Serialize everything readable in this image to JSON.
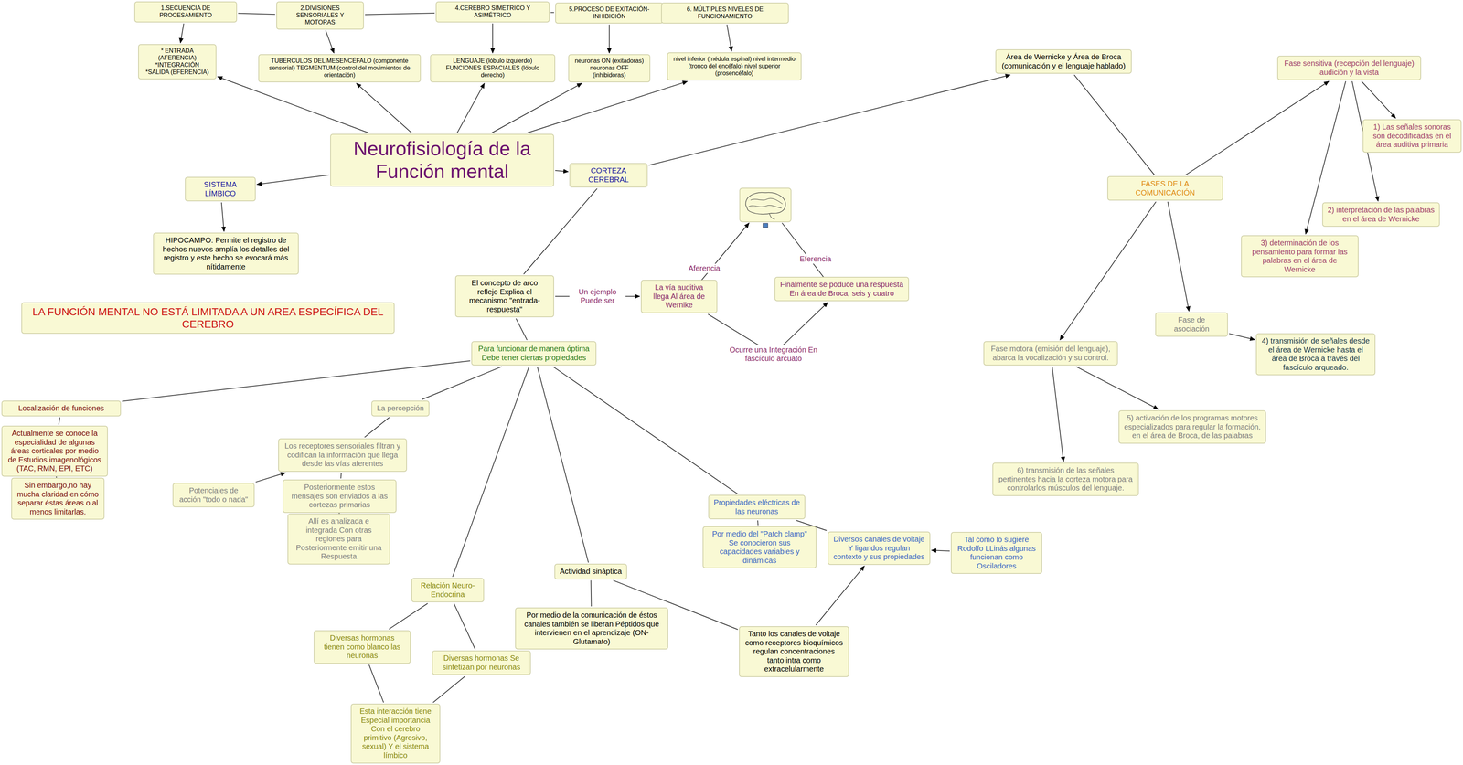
{
  "diagram": {
    "nodes": [
      {
        "text": [
          "Neurofisiología de la Función mental"
        ]
      },
      {
        "text": [
          "1.SECUENCIA DE PROCESAMIENTO"
        ]
      },
      {
        "text": [
          "2.DIVISIONES SENSORIALES Y MOTORAS"
        ]
      },
      {
        "text": [
          "4.CEREBRO SIMÉTRICO Y ASIMÉTRICO"
        ]
      },
      {
        "text": [
          "5.PROCESO DE EXITACIÓN-INHIBICIÓN"
        ]
      },
      {
        "text": [
          "6. MÚLTIPLES NIVELES DE FUNCIONAMIENTO"
        ]
      },
      {
        "text": [
          "* ENTRADA (AFERENCIA) *INTEGRACIÓN *SALIDA (EFERENCIA)"
        ]
      },
      {
        "text": [
          "TUBÉRCULOS DEL MESENCÉFALO (componente sensorial) TEGMENTUM (control del movimientos de orientación)"
        ]
      },
      {
        "text": [
          "LENGUAJE (lóbulo izquierdo) FUNCIONES ESPACIALES (lóbulo derecho)"
        ]
      },
      {
        "text": [
          "neuronas ON (exitadoras) neuronas OFF (inhibidoras)"
        ]
      },
      {
        "text": [
          "nivel inferior (médula espinal) nivel intermedio (tronco del encéfalo) nivel superior (prosencéfalo)"
        ]
      },
      {
        "text": [
          "Área de Wernicke y Área de Broca (comunicación y el lenguaje hablado)"
        ]
      },
      {
        "text": [
          "CORTEZA CEREBRAL"
        ]
      },
      {
        "text": [
          "SISTEMA LÍMBICO"
        ]
      },
      {
        "text": [
          "HIPOCAMPO: Permite el registro de hechos nuevos amplía los detalles del registro y este hecho se evocará más nítidamente"
        ]
      },
      {
        "text": [
          "LA FUNCIÓN MENTAL NO ESTÁ LIMITADA A UN AREA ESPECÍFICA DEL CEREBRO"
        ]
      },
      {
        "text": [
          "El concepto de arco reflejo Explica el mecanismo \"entrada-respuesta\""
        ]
      },
      {
        "text": [
          "La vía auditiva llega Al área de Wernike"
        ]
      },
      {
        "text": [
          "Finalmente se poduce una respuesta En área de Broca, seis y cuatro"
        ]
      },
      {
        "text": [
          "Para funcionar de manera óptima Debe tener ciertas propiedades"
        ]
      },
      {
        "text": [
          "Localización de funciones"
        ]
      },
      {
        "text": [
          "Actualmente se conoce la especialidad de algunas áreas corticales por medio de Estudios imagenológicos (TAC, RMN, EPI, ETC)"
        ]
      },
      {
        "text": [
          "Sin embargo,no hay mucha claridad en cómo separar éstas áreas o al menos limitarlas."
        ]
      },
      {
        "text": [
          "La percepción"
        ]
      },
      {
        "text": [
          "Los receptores sensoriales filtran y codifican la información que llega desde las vías aferentes"
        ]
      },
      {
        "text": [
          "Potenciales de acción \"todo o nada\""
        ]
      },
      {
        "text": [
          "Posteriormente estos mensajes son enviados a las cortezas primarias"
        ]
      },
      {
        "text": [
          "Allí es analizada e integrada Con otras regiones para Posteriormente emitir una Respuesta"
        ]
      },
      {
        "text": [
          "Propiedades eléctricas de las neuronas"
        ]
      },
      {
        "text": [
          "Por medio del \"Patch clamp\" Se conocieron sus capacidades variables y dinámicas"
        ]
      },
      {
        "text": [
          "Diversos canales de voltaje Y ligandos regulan contexto y sus propiedades"
        ]
      },
      {
        "text": [
          "Tal como lo sugiere Rodolfo LLinás algunas funcionan como Osciladores"
        ]
      },
      {
        "text": [
          "Actividad sináptica"
        ]
      },
      {
        "text": [
          "Relación Neuro-Endocrina"
        ]
      },
      {
        "text": [
          "Por medio de la comunicación de éstos canales también se liberan Péptidos que intervienen en el aprendizaje (ON- Glutamato)"
        ]
      },
      {
        "text": [
          "Tanto los canales de voltaje como receptores bioquímicos regulan concentraciones tanto intra como extracelularmente"
        ]
      },
      {
        "text": [
          "Diversas hormonas tienen como blanco las neuronas"
        ]
      },
      {
        "text": [
          "Diversas hormonas Se sintetizan por neuronas"
        ]
      },
      {
        "text": [
          "Esta interacción tiene Especial importancia Con el cerebro primitivo (Agresivo, sexual) Y el sistema límbico"
        ]
      },
      {
        "text": [
          "FASES DE LA COMUNICACIÓN"
        ]
      },
      {
        "text": [
          "Fase sensitiva (recepción del lenguaje) audición y la vista"
        ]
      },
      {
        "text": [
          "1) Las señales sonoras son decodificadas en el área auditiva primaria"
        ]
      },
      {
        "text": [
          "2) interpretación de las palabras en el área de Wernicke"
        ]
      },
      {
        "text": [
          "3) determinación de los pensamiento para formar las palabras en el área de Wernicke"
        ]
      },
      {
        "text": [
          "Fase de asociación"
        ]
      },
      {
        "text": [
          "4) transmisión de señales desde el área de Wernicke hasta el área de Broca a través del fascículo arqueado."
        ]
      },
      {
        "text": [
          "Fase motora (emisión del lenguaje), abarca la vocalización y su control."
        ]
      },
      {
        "text": [
          "5) activación de los programas motores especializados para regular la formación, en el área de Broca, de las palabras"
        ]
      },
      {
        "text": [
          "6) transmisión de las señales pertinentes hacia la corteza motora para controlarlos músculos del lenguaje."
        ]
      }
    ],
    "edges": [
      {
        "from": 1,
        "to": 2,
        "arrow": "none"
      },
      {
        "from": 2,
        "to": 3,
        "arrow": "none"
      },
      {
        "from": 3,
        "to": 4,
        "arrow": "none"
      },
      {
        "from": 4,
        "to": 5,
        "arrow": "none"
      },
      {
        "from": 1,
        "to": 6,
        "arrow": "to"
      },
      {
        "from": 2,
        "to": 7,
        "arrow": "to"
      },
      {
        "from": 3,
        "to": 8,
        "arrow": "to"
      },
      {
        "from": 4,
        "to": 9,
        "arrow": "to"
      },
      {
        "from": 5,
        "to": 10,
        "arrow": "to"
      },
      {
        "from": 0,
        "to": 6,
        "arrow": "to"
      },
      {
        "from": 0,
        "to": 7,
        "arrow": "to"
      },
      {
        "from": 0,
        "to": 8,
        "arrow": "to"
      },
      {
        "from": 0,
        "to": 9,
        "arrow": "to"
      },
      {
        "from": 0,
        "to": 10,
        "arrow": "to"
      },
      {
        "from": 0,
        "to": 13,
        "arrow": "to"
      },
      {
        "from": 0,
        "to": 12,
        "arrow": "to"
      },
      {
        "from": 13,
        "to": 14,
        "arrow": "to"
      },
      {
        "from": 12,
        "to": 11,
        "arrow": "to"
      },
      {
        "from": 11,
        "to": 39,
        "arrow": "none"
      },
      {
        "from": 39,
        "to": 40,
        "arrow": "to"
      },
      {
        "from": 40,
        "to": 41,
        "arrow": "to"
      },
      {
        "from": 40,
        "to": 42,
        "arrow": "to"
      },
      {
        "from": 40,
        "to": 43,
        "arrow": "to"
      },
      {
        "from": 39,
        "to": 44,
        "arrow": "to"
      },
      {
        "from": 44,
        "to": 45,
        "arrow": "to"
      },
      {
        "from": 39,
        "to": 46,
        "arrow": "to"
      },
      {
        "from": 46,
        "to": 47,
        "arrow": "to"
      },
      {
        "from": 46,
        "to": 48,
        "arrow": "to"
      },
      {
        "from": 12,
        "to": 16,
        "arrow": "none"
      },
      {
        "from": 16,
        "to": 17,
        "arrow": "to",
        "label": "Un ejemplo Puede ser"
      },
      {
        "from": 17,
        "to": 18,
        "arrow": "to",
        "label": "Ocurre una Integración En fascículo arcuato"
      },
      {
        "from": 16,
        "to": 19,
        "arrow": "none"
      },
      {
        "from": 19,
        "to": 20,
        "arrow": "none"
      },
      {
        "from": 20,
        "to": 21,
        "arrow": "none"
      },
      {
        "from": 21,
        "to": 22,
        "arrow": "none"
      },
      {
        "from": 19,
        "to": 23,
        "arrow": "none"
      },
      {
        "from": 23,
        "to": 24,
        "arrow": "none"
      },
      {
        "from": 25,
        "to": 24,
        "arrow": "to"
      },
      {
        "from": 24,
        "to": 26,
        "arrow": "none"
      },
      {
        "from": 26,
        "to": 27,
        "arrow": "none"
      },
      {
        "from": 19,
        "to": 28,
        "arrow": "none"
      },
      {
        "from": 28,
        "to": 29,
        "arrow": "none"
      },
      {
        "from": 28,
        "to": 30,
        "arrow": "none"
      },
      {
        "from": 31,
        "to": 30,
        "arrow": "to"
      },
      {
        "from": 19,
        "to": 32,
        "arrow": "none"
      },
      {
        "from": 19,
        "to": 33,
        "arrow": "none"
      },
      {
        "from": 32,
        "to": 34,
        "arrow": "none"
      },
      {
        "from": 32,
        "to": 35,
        "arrow": "none"
      },
      {
        "from": 35,
        "to": 30,
        "arrow": "to"
      },
      {
        "from": 33,
        "to": 36,
        "arrow": "none"
      },
      {
        "from": 33,
        "to": 37,
        "arrow": "none"
      },
      {
        "from": 36,
        "to": 38,
        "arrow": "none"
      },
      {
        "from": 37,
        "to": 38,
        "arrow": "none"
      }
    ],
    "labels": [
      "Aferencia",
      "Eferencia"
    ]
  }
}
